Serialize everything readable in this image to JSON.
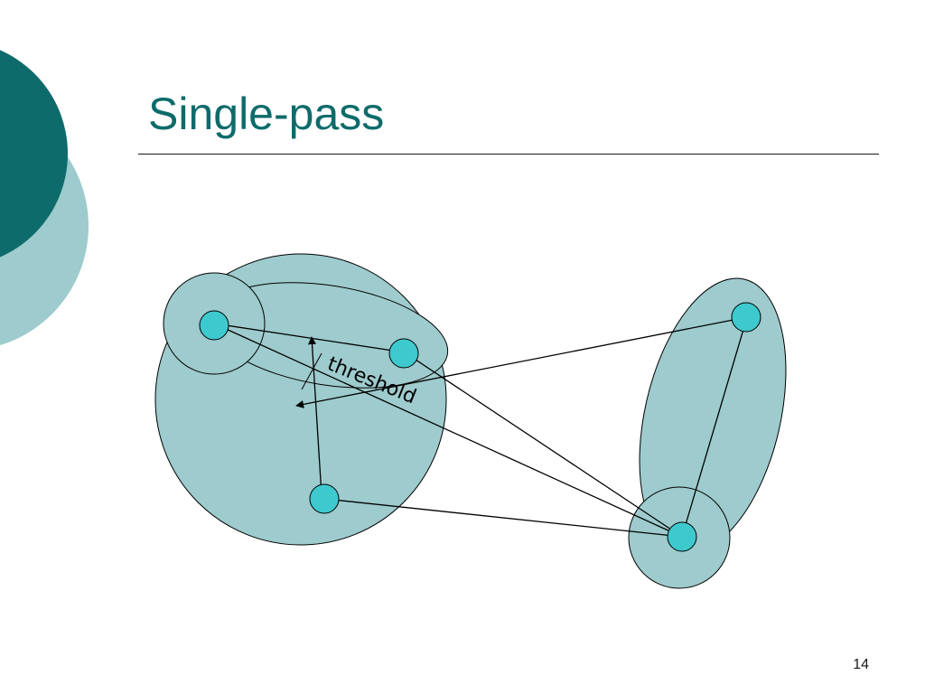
{
  "slide": {
    "title": "Single-pass",
    "page_number": "14"
  },
  "diagram": {
    "threshold_label": "threshold",
    "colors": {
      "accent_dark": "#0e6b6b",
      "accent_light": "#9ecbcd",
      "cluster_fill": "#9ecbcd",
      "node_fill": "#3ec9cf",
      "stroke": "#000000"
    }
  }
}
